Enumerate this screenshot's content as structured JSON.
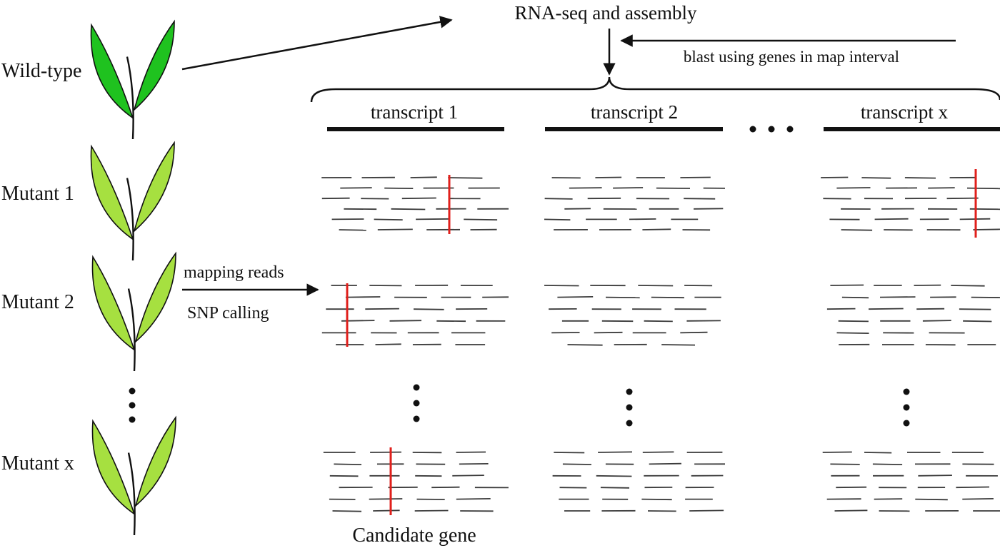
{
  "title": "RNA-seq and assembly",
  "blast_label": "blast using genes in map interval",
  "samples": [
    {
      "label": "Wild-type",
      "leaf_color": "#1fc21f",
      "is_wild_type": true
    },
    {
      "label": "Mutant 1",
      "leaf_color": "#a6e040",
      "is_wild_type": false
    },
    {
      "label": "Mutant 2",
      "leaf_color": "#a6e040",
      "is_wild_type": false
    },
    {
      "label": "Mutant x",
      "leaf_color": "#a6e040",
      "is_wild_type": false
    }
  ],
  "mapping_label_top": "mapping reads",
  "mapping_label_bottom": "SNP calling",
  "transcripts": [
    {
      "label": "transcript 1"
    },
    {
      "label": "transcript 2"
    },
    {
      "label": "transcript x"
    }
  ],
  "candidate_label": "Candidate gene",
  "colors": {
    "ink": "#111111",
    "read": "#3a3a3a",
    "snp": "#e0201c"
  }
}
